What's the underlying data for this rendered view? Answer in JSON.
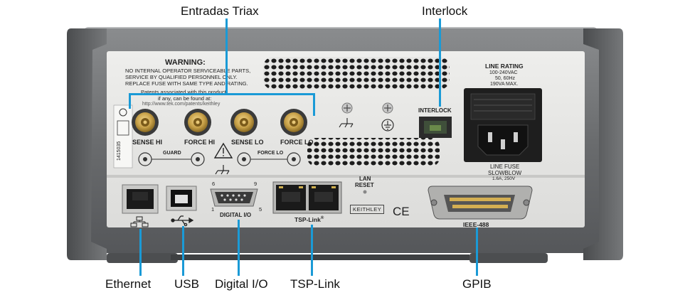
{
  "callouts": {
    "triax": "Entradas Triax",
    "interlock": "Interlock",
    "ethernet": "Ethernet",
    "usb": "USB",
    "digital_io": "Digital I/O",
    "tsp_link": "TSP-Link",
    "gpib": "GPIB"
  },
  "panel": {
    "warning_title": "WARNING:",
    "warning_lines": [
      "NO INTERNAL OPERATOR SERVICEABLE PARTS,",
      "SERVICE BY QUALIFIED PERSONNEL ONLY.",
      "REPLACE FUSE WITH SAME TYPE AND RATING."
    ],
    "patents_lines": [
      "Patents associated with this product,",
      "if any, can be found at:",
      "http://www.tek.com/patents/keithley"
    ],
    "jacks": [
      "SENSE HI",
      "FORCE HI",
      "SENSE LO",
      "FORCE LO"
    ],
    "guard_label": "GUARD",
    "force_lo_label": "FORCE LO",
    "serial_number": "1415035",
    "interlock_label": "INTERLOCK",
    "line_rating_title": "LINE RATING",
    "line_rating_lines": [
      "100-240VAC",
      "50, 60Hz",
      "190VA MAX."
    ],
    "line_fuse_lines": [
      "LINE FUSE",
      "SLOWBLOW",
      "1.6A, 250V"
    ],
    "lan_reset_lines": [
      "LAN",
      "RESET"
    ],
    "keithley": "KEITHLEY",
    "ce_mark": "CE",
    "digital_io_label": "DIGITAL I/O",
    "pin_6": "6",
    "pin_9": "9",
    "pin_1": "1",
    "pin_5": "5",
    "tsp_link_label": "TSP-Link",
    "registered": "®",
    "ieee_label": "IEEE-488"
  },
  "colors": {
    "callout_line": "#1a9ad6",
    "chassis": "#5f6163",
    "panel": "#e6e6e4",
    "gold": "#c9a24a"
  }
}
